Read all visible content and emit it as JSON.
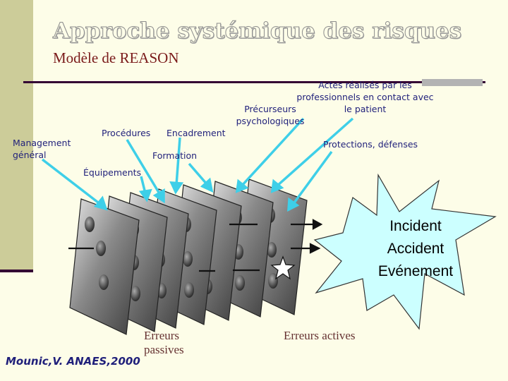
{
  "title": "Approche systémique des risques",
  "subtitle": "Modèle de REASON",
  "labels": {
    "management": [
      "Management",
      "général"
    ],
    "procedures": "Procédures",
    "encadrement": "Encadrement",
    "formation": "Formation",
    "equipements": "Équipements",
    "precurseurs": [
      "Précurseurs",
      "psychologiques"
    ],
    "actes": [
      "Actes réalisés par les",
      "professionnels en contact avec",
      "le patient"
    ],
    "protections": "Protections, défenses"
  },
  "outcome": [
    "Incident",
    "Accident",
    "Evénement"
  ],
  "errors": {
    "passive": [
      "Erreurs",
      "passives"
    ],
    "active": "Erreurs actives"
  },
  "credit": "Mounic,V.  ANAES,2000",
  "colors": {
    "arrow": "#3ecfe8",
    "label_text": "#1f1f7a",
    "title_outline": "#8c8c8c",
    "subtitle": "#7a1a1a",
    "burst_fill": "#ccffff",
    "side_bar": "#cccc99",
    "rule": "#330033",
    "bottom_text": "#663333"
  }
}
